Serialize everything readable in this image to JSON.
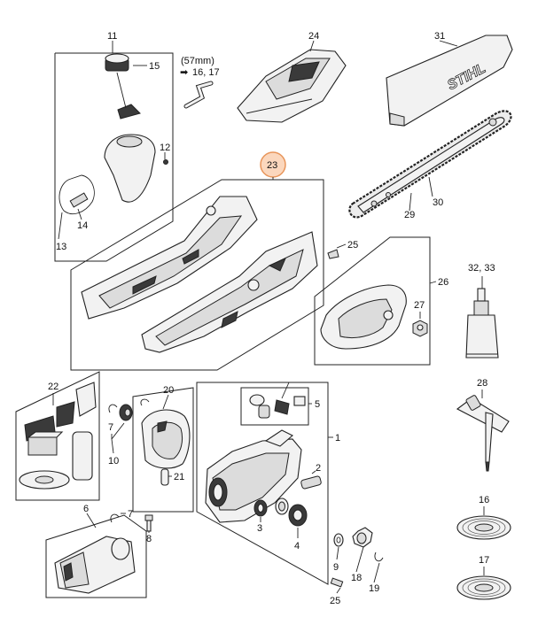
{
  "labels": {
    "p1": "1",
    "p2": "2",
    "p3": "3",
    "p4": "4",
    "p5": "5",
    "p6": "6",
    "p7a": "7",
    "p7b": "7",
    "p8": "8",
    "p9": "9",
    "p10": "10",
    "p11": "11",
    "p12": "12",
    "p13": "13",
    "p14": "14",
    "p15": "15",
    "p16": "16",
    "p17": "17",
    "p18": "18",
    "p19": "19",
    "p20": "20",
    "p21": "21",
    "p22": "22",
    "p23": "23",
    "p24": "24",
    "p25a": "25",
    "p25b": "25",
    "p26": "26",
    "p27": "27",
    "p28": "28",
    "p29": "29",
    "p30": "30",
    "p31": "31",
    "p3233": "32, 33"
  },
  "hose_note": {
    "size": "(57mm)",
    "refs": "16, 17",
    "arrow_icon": "right-arrow-icon"
  },
  "brand_text": "STIHL",
  "highlight_color": "#e8955a"
}
